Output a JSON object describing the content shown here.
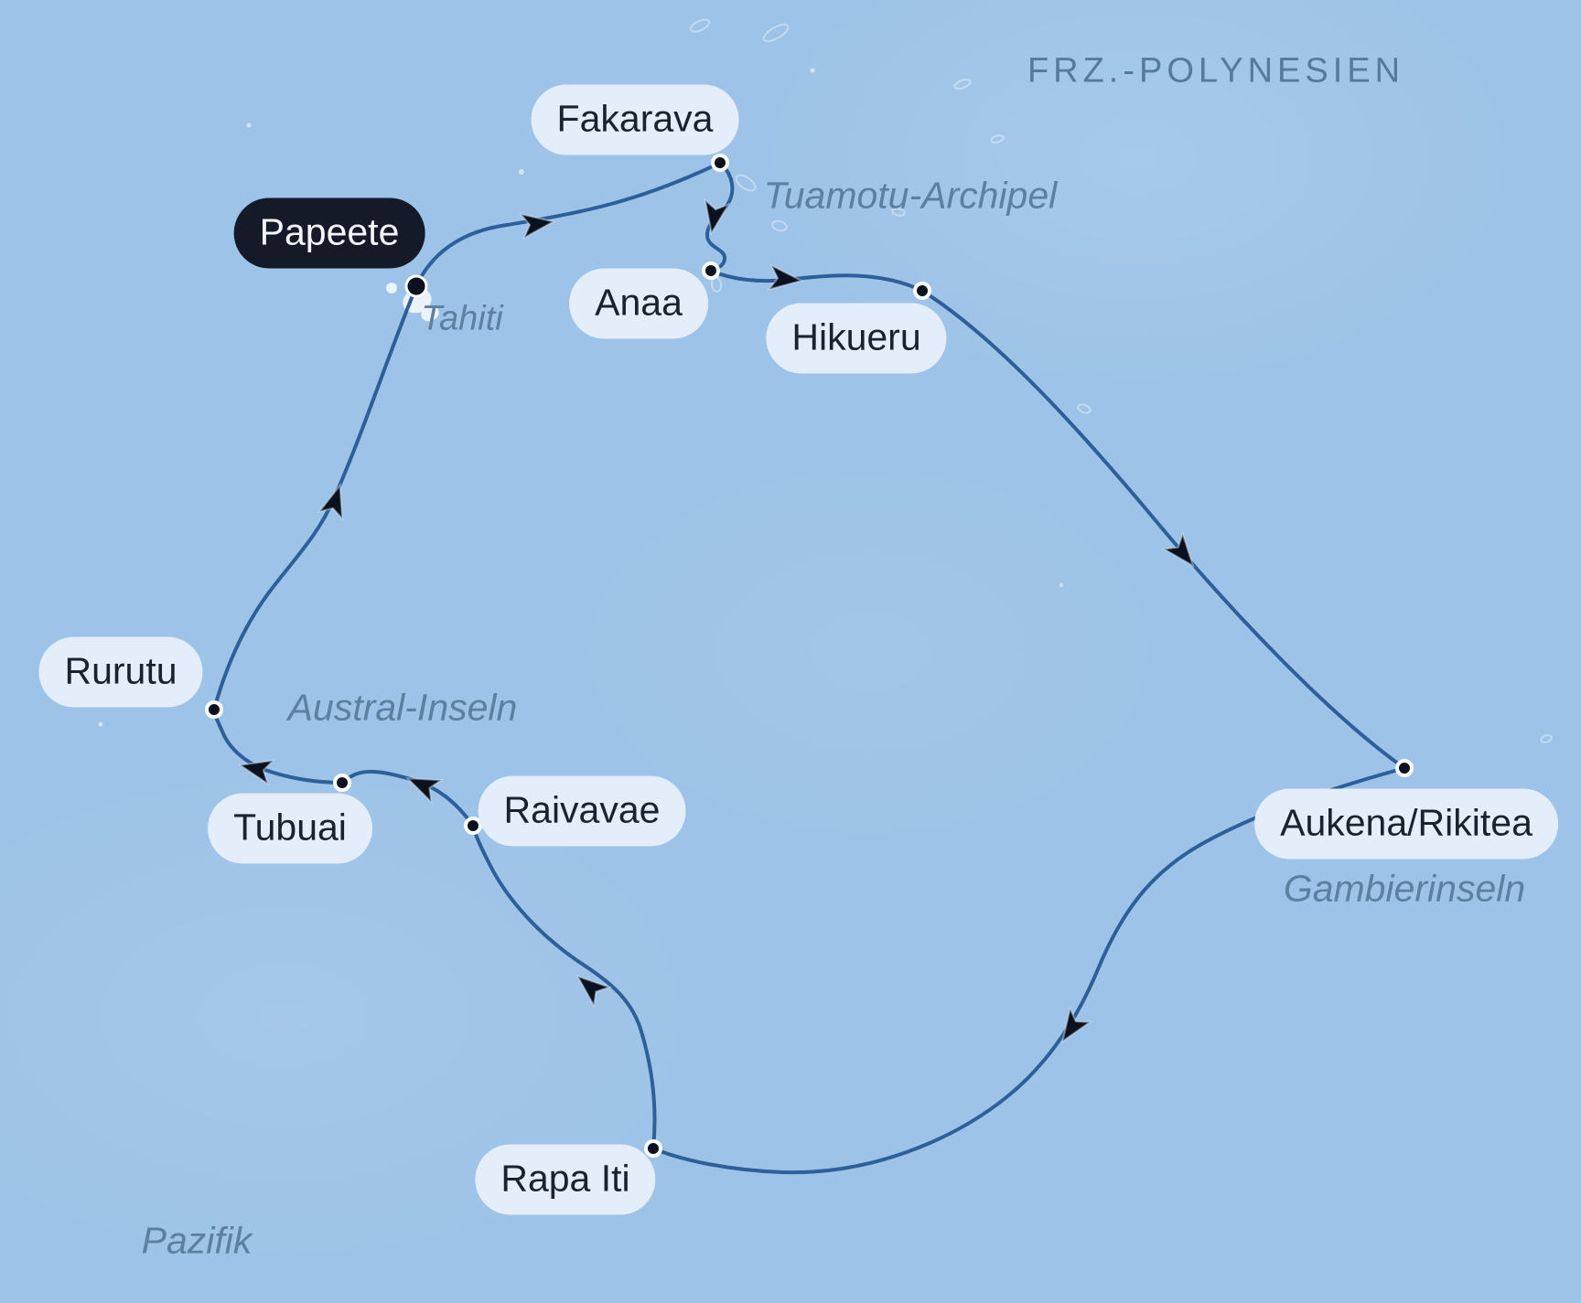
{
  "map_title": {
    "country": "FRZ.-POLYNESIEN",
    "ocean": "Pazifik"
  },
  "regions": {
    "country": "FRZ.-POLYNESIEN",
    "tuamotu": "Tuamotu-Archipel",
    "tahiti": "Tahiti",
    "austral": "Austral-Inseln",
    "gambier": "Gambierinseln",
    "ocean": "Pazifik"
  },
  "ports": {
    "papeete": {
      "name": "Papeete",
      "role": "start-end-port"
    },
    "fakarava": {
      "name": "Fakarava"
    },
    "anaa": {
      "name": "Anaa"
    },
    "hikueru": {
      "name": "Hikueru"
    },
    "aukena": {
      "name": "Aukena/Rikitea"
    },
    "rapaiti": {
      "name": "Rapa Iti"
    },
    "raivavae": {
      "name": "Raivavae"
    },
    "tubuai": {
      "name": "Tubuai"
    },
    "rurutu": {
      "name": "Rurutu"
    }
  },
  "route": {
    "stops_in_order": [
      "Papeete",
      "Fakarava",
      "Anaa",
      "Hikueru",
      "Aukena/Rikitea",
      "Rapa Iti",
      "Raivavae",
      "Tubuai",
      "Rurutu",
      "Papeete"
    ]
  },
  "colors": {
    "ocean": "#9dc3e8",
    "route_line": "#2e5f99",
    "label_pill_bg": "#e4eefb",
    "label_pill_text": "#1a222e",
    "start_pill_bg": "#141a28",
    "start_pill_text": "#f4f8fc",
    "region_text": "#5d7fa0",
    "country_text": "#567a9c",
    "marker": "#0c121d"
  }
}
